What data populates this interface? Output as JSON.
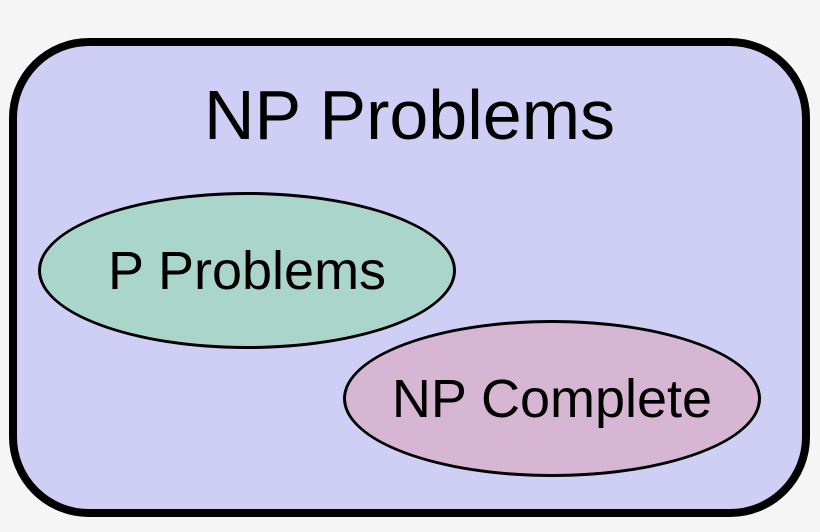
{
  "diagram": {
    "type": "euler-set-diagram",
    "page_background": "#f5f5f5",
    "outer_set": {
      "label": "NP Problems",
      "fill": "#cfcef4",
      "border_color": "#000000"
    },
    "inner_sets": [
      {
        "label": "P Problems",
        "fill": "#aad5cb",
        "border_color": "#000000"
      },
      {
        "label": "NP Complete",
        "fill": "#d6b6d3",
        "border_color": "#000000"
      }
    ],
    "text_color": "#000000"
  }
}
